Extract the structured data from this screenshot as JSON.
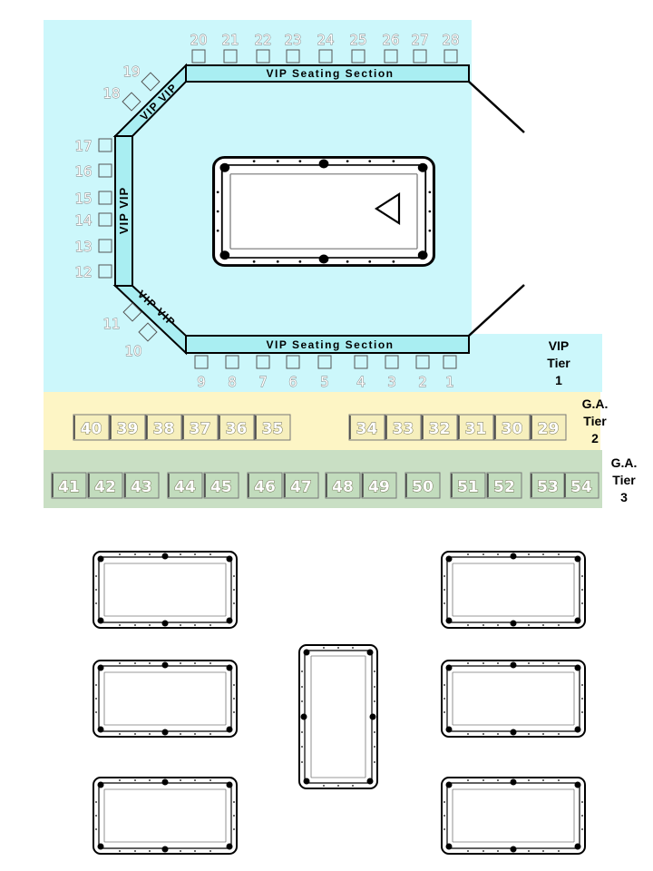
{
  "colors": {
    "vip_zone": "#ccf7fb",
    "vip_band": "#a9eef2",
    "tier2_zone": "#fdf5c5",
    "tier3_zone": "#c9dfc4",
    "tier2_box": "#f6efbd",
    "tier3_box": "#c2dcbd",
    "outline": "#000000"
  },
  "stage": {
    "vip_band_top": "VIP Seating Section",
    "vip_band_bottom": "VIP Seating Section",
    "vip_band_left": "VIP VIP",
    "vip_band_upper_diag": "VIP VIP",
    "vip_band_lower_diag": "VIP VIP"
  },
  "tiers": [
    {
      "name": "VIP",
      "label_line1": "VIP",
      "label_line2": "Tier",
      "label_line3": "1"
    },
    {
      "name": "G.A. Tier 2",
      "label_line1": "G.A.",
      "label_line2": "Tier",
      "label_line3": "2"
    },
    {
      "name": "G.A. Tier 3",
      "label_line1": "G.A.",
      "label_line2": "Tier",
      "label_line3": "3"
    }
  ],
  "seats": {
    "vip_top": [
      "20",
      "21",
      "22",
      "23",
      "24",
      "25",
      "26",
      "27",
      "28"
    ],
    "vip_bottom": [
      "9",
      "8",
      "7",
      "6",
      "5",
      "4",
      "3",
      "2",
      "1"
    ],
    "vip_left": [
      "17",
      "16",
      "15",
      "14",
      "13",
      "12"
    ],
    "vip_upper_diag": [
      "19",
      "18"
    ],
    "vip_lower_diag": [
      "11",
      "10"
    ],
    "tier2_left": [
      "40",
      "39",
      "38",
      "37",
      "36",
      "35"
    ],
    "tier2_right": [
      "34",
      "33",
      "32",
      "31",
      "30",
      "29"
    ],
    "tier3": [
      "41",
      "42",
      "43",
      "44",
      "45",
      "46",
      "47",
      "48",
      "49",
      "50",
      "51",
      "52",
      "53",
      "54"
    ]
  },
  "icons": {
    "stage_marker": "triangle-left-icon",
    "table": "pool-table-icon"
  }
}
